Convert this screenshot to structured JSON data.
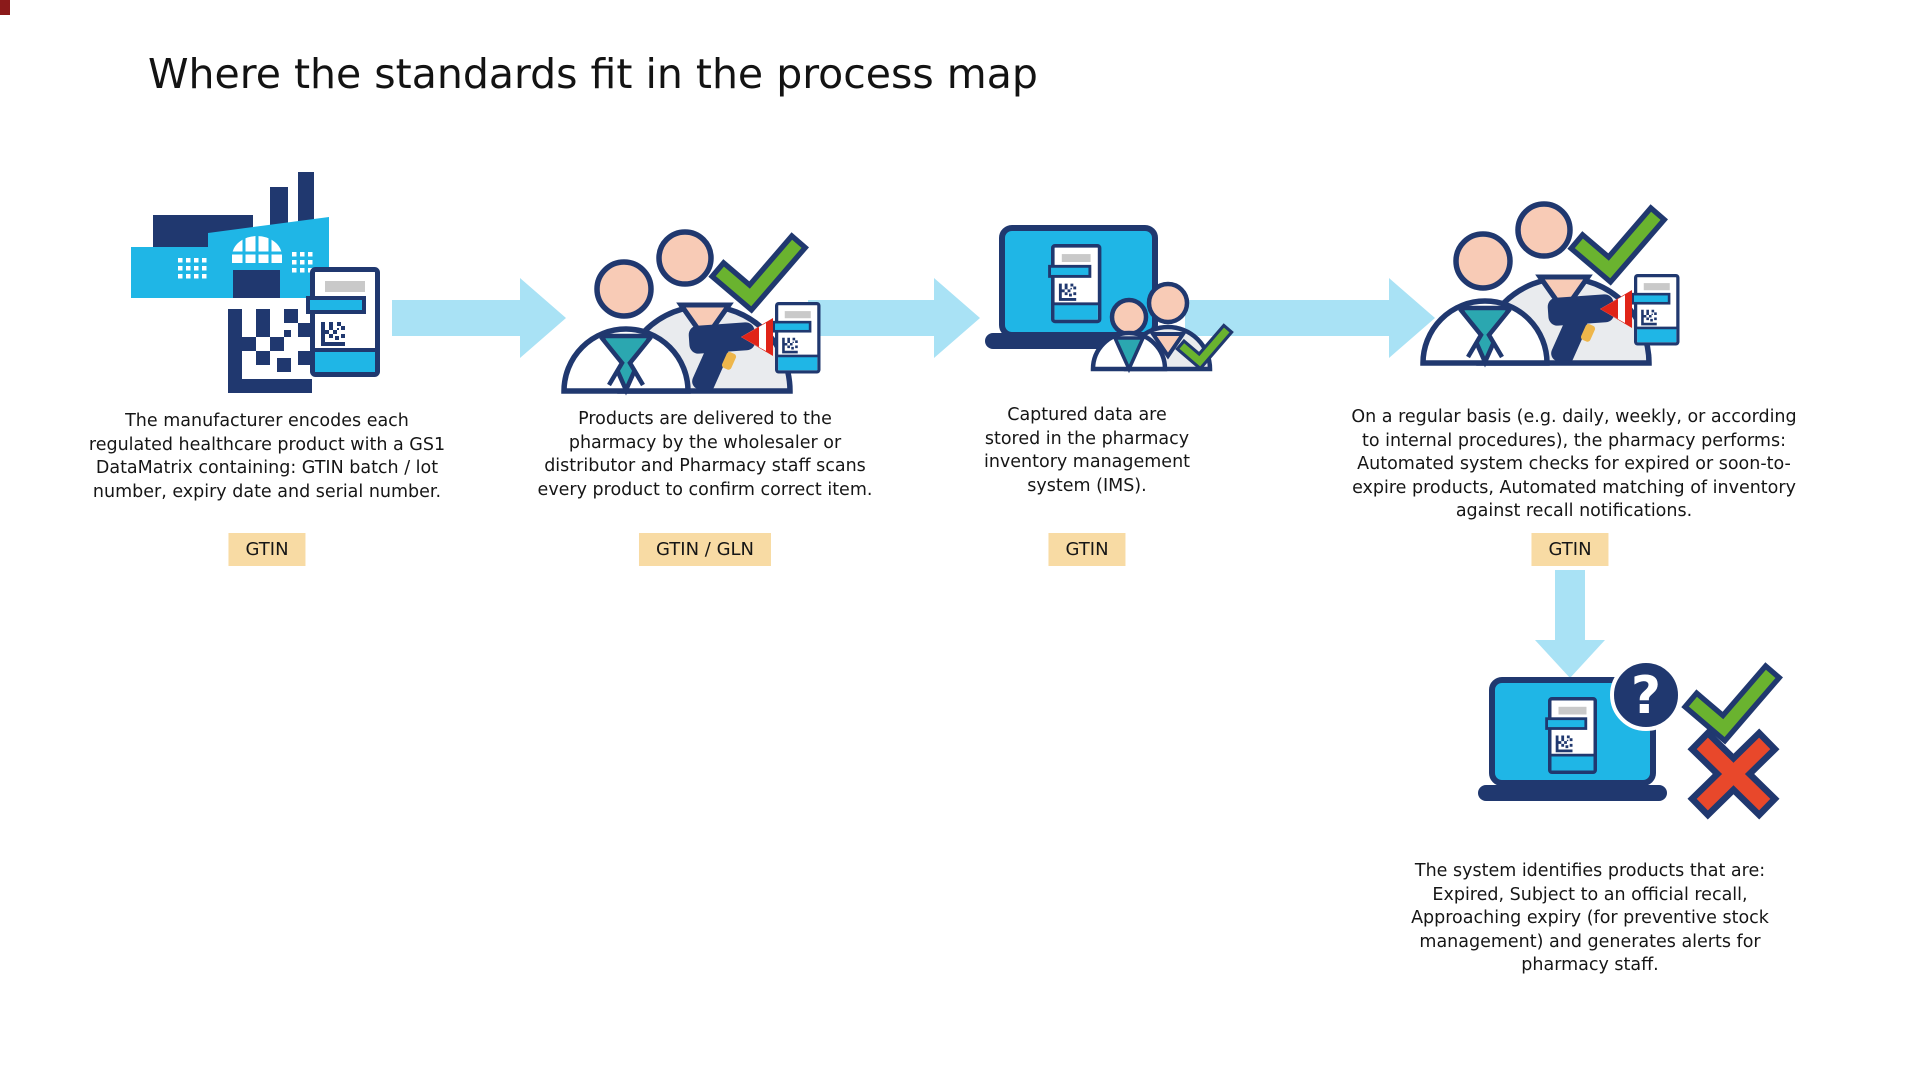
{
  "title": "Where the standards fit in the process map",
  "colors": {
    "navy": "#20386f",
    "cyan": "#1fb6e6",
    "arrow_blue": "#a9e2f5",
    "badge_bg": "#f8dba4",
    "check_green": "#6ab32f",
    "cross_red": "#e8482b",
    "beam_red": "#e02418",
    "face_peach": "#f8cbb6",
    "shirt_teal": "#2ba7b0"
  },
  "icons": {
    "step1": "factory-datamatrix-icon",
    "step2": "scan-verify-icon",
    "step3": "ims-laptop-icon",
    "step4": "scan-verify-icon",
    "substep": "alert-laptop-icon",
    "flow": "right-arrow-icon",
    "down": "down-arrow-icon"
  },
  "steps": [
    {
      "label": "GTIN",
      "lines": [
        "The manufacturer encodes each",
        "regulated healthcare product with a GS1",
        "DataMatrix containing: GTIN batch / lot",
        "number, expiry date and serial number."
      ]
    },
    {
      "label": "GTIN / GLN",
      "lines": [
        "Products are delivered to the",
        "pharmacy by the wholesaler or",
        "distributor and Pharmacy staff scans",
        "every product to confirm correct item."
      ]
    },
    {
      "label": "GTIN",
      "lines": [
        "Captured data are",
        "stored in the pharmacy",
        "inventory management",
        "system (IMS)."
      ]
    },
    {
      "label": "GTIN",
      "lines": [
        "On a regular basis (e.g. daily, weekly, or according",
        "to internal procedures), the pharmacy performs:",
        "Automated system checks for expired or soon-to-",
        "expire products, Automated matching of inventory",
        "against recall notifications."
      ]
    }
  ],
  "substep": {
    "lines": [
      "The system identifies products that are:",
      "Expired, Subject to an official recall,",
      "Approaching expiry (for preventive stock",
      "management) and generates alerts for",
      "pharmacy staff."
    ]
  }
}
